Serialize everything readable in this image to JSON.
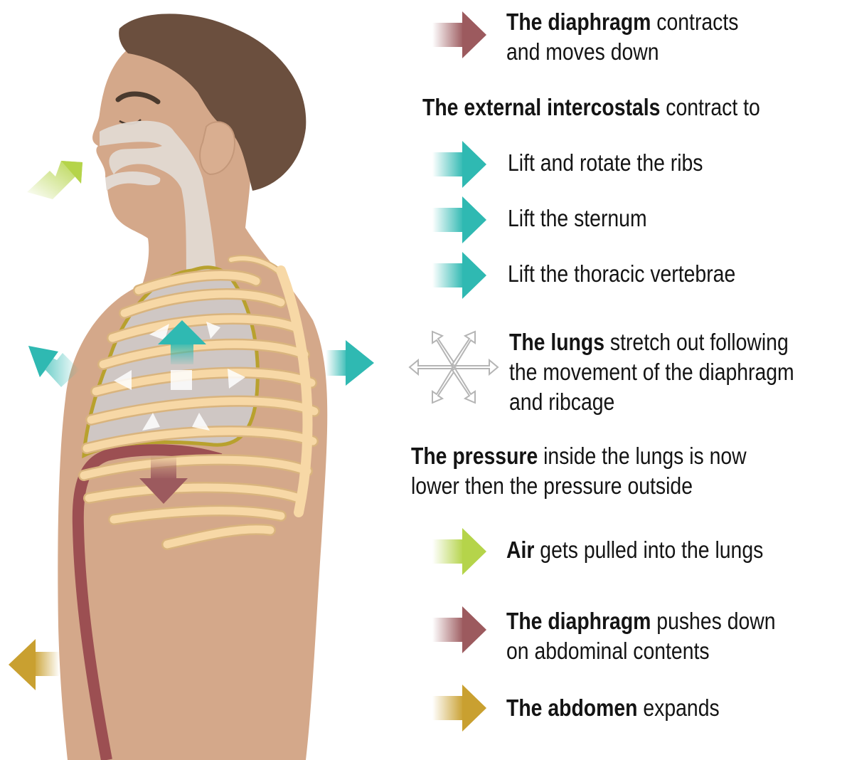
{
  "colors": {
    "skin": "#D4A88A",
    "hair": "#6B4F3E",
    "airway": "#E2D9D2",
    "rib": "#F7D8A6",
    "rib_outline": "#D9B47E",
    "diaphragm": "#9C4F52",
    "lung_border": "#B8A12E",
    "arrow_diaphragm": "#9C5A5E",
    "arrow_intercostal": "#2FB9B2",
    "arrow_air": "#B5D44A",
    "arrow_abdomen": "#C9A030"
  },
  "legend": {
    "diaphragm_contracts": {
      "icon": "arrow-right-diaphragm",
      "bold": "The diaphragm",
      "rest_line1": " contracts",
      "line2": "and moves down"
    },
    "intercostals_heading": {
      "bold": "The external intercostals",
      "rest": " contract to"
    },
    "lift_ribs": {
      "icon": "arrow-right-intercostal",
      "text": "Lift and rotate the ribs"
    },
    "lift_sternum": {
      "icon": "arrow-right-intercostal",
      "text": "Lift the sternum"
    },
    "lift_vertebrae": {
      "icon": "arrow-right-intercostal",
      "text": "Lift the thoracic vertebrae"
    },
    "lungs_stretch": {
      "icon": "expand-arrows",
      "bold": "The lungs",
      "rest_line1": " stretch out following",
      "line2": "the movement of the diaphragm",
      "line3": "and ribcage"
    },
    "pressure": {
      "bold": "The pressure",
      "rest_line1": " inside the lungs is now",
      "line2": "lower then the pressure outside"
    },
    "air_pulled": {
      "icon": "arrow-right-air",
      "bold": "Air",
      "rest": " gets pulled into the lungs"
    },
    "diaphragm_pushes": {
      "icon": "arrow-right-diaphragm",
      "bold": "The diaphragm",
      "rest_line1": " pushes down",
      "line2": "on abdominal contents"
    },
    "abdomen_expands": {
      "icon": "arrow-right-abdomen",
      "bold": "The abdomen",
      "rest": " expands"
    }
  }
}
